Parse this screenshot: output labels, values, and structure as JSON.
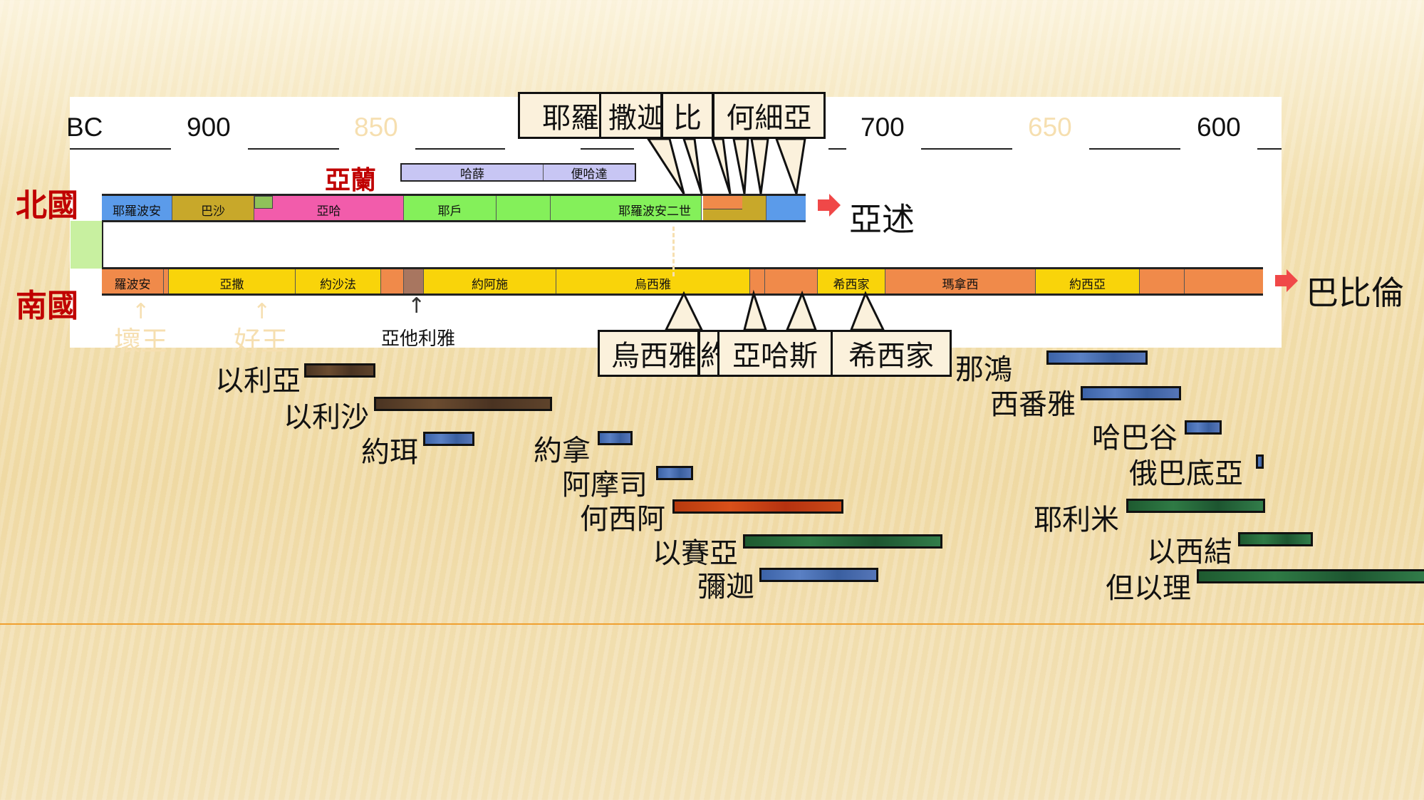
{
  "axis": {
    "years": [
      "BC",
      "900",
      "850",
      "700",
      "650",
      "600"
    ]
  },
  "kingdoms": {
    "north": "北國",
    "south": "南國",
    "aram": "亞蘭",
    "assyria": "亞述",
    "babylon": "巴比倫"
  },
  "aram_kings": [
    "哈薛",
    "便哈達"
  ],
  "north_kings": [
    "耶羅波安",
    "巴沙",
    "亞哈",
    "耶戶",
    "耶羅波安二世"
  ],
  "south_kings": [
    "羅波安",
    "亞撒",
    "約沙法",
    "約阿施",
    "烏西雅",
    "希西家",
    "瑪拿西",
    "約西亞"
  ],
  "south_notes": {
    "bad": "壞王",
    "good": "好王",
    "athaliah": "亞他利雅"
  },
  "north_callouts": [
    "耶羅",
    "撒迦",
    "比",
    "何細亞"
  ],
  "south_callouts": [
    "烏西雅",
    "約",
    "亞哈斯",
    "希西家"
  ],
  "prophets": [
    {
      "name": "以利亞",
      "color": "brown"
    },
    {
      "name": "以利沙",
      "color": "brown"
    },
    {
      "name": "約珥",
      "color": "blue"
    },
    {
      "name": "約拿",
      "color": "blue"
    },
    {
      "name": "阿摩司",
      "color": "blue"
    },
    {
      "name": "何西阿",
      "color": "red"
    },
    {
      "name": "以賽亞",
      "color": "green"
    },
    {
      "name": "彌迦",
      "color": "blue"
    },
    {
      "name": "那鴻",
      "color": "blue"
    },
    {
      "name": "西番雅",
      "color": "blue"
    },
    {
      "name": "哈巴谷",
      "color": "blue"
    },
    {
      "name": "俄巴底亞",
      "color": "blue"
    },
    {
      "name": "耶利米",
      "color": "green"
    },
    {
      "name": "以西結",
      "color": "green"
    },
    {
      "name": "但以理",
      "color": "green"
    }
  ]
}
